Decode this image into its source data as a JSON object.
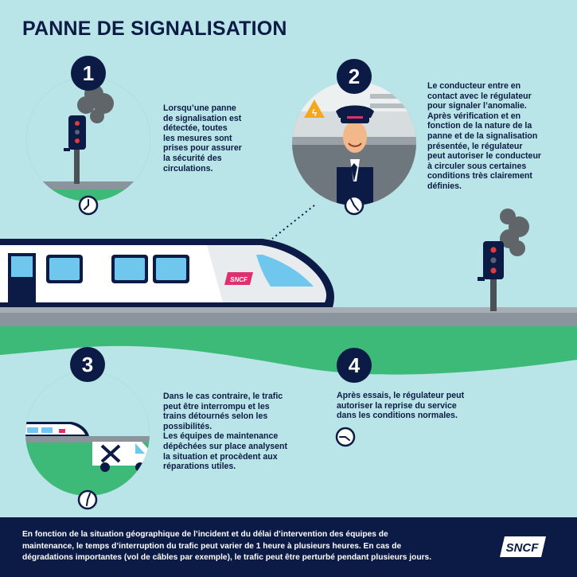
{
  "title": "PANNE DE SIGNALISATION",
  "steps": [
    {
      "number": "1",
      "text": "Lorsqu’une panne\nde signalisation est\ndétectée, toutes\nles mesures sont\nprises pour assurer\nla sécurité des\ncirculations."
    },
    {
      "number": "2",
      "text": "Le conducteur entre en\ncontact avec le régulateur\npour signaler l’anomalie.\nAprès vérification et en\nfonction de la nature de la\npanne et de la signalisation\nprésentée, le régulateur\npeut autoriser le conducteur\nà circuler sous certaines\nconditions très clairement\ndéfinies."
    },
    {
      "number": "3",
      "text": "Dans le cas contraire, le trafic\npeut être interrompu et les\ntrains détournés selon les\npossibilités.\nLes équipes de maintenance\ndépêchées sur place analysent\nla situation et procèdent aux\nréparations utiles."
    },
    {
      "number": "4",
      "text": "Après essais, le régulateur peut\nautoriser la reprise du service\ndans les conditions normales."
    }
  ],
  "train_logo": "SNCF",
  "footer": {
    "text": "En fonction de la situation géographique de l’incident et du délai d’intervention des équipes de maintenance, le temps d’interruption du trafic peut varier de 1 heure à plusieurs heures. En cas de dégradations importantes (vol de câbles par exemple), le trafic peut être perturbé pendant plusieurs jours.",
    "logo": "SNCF"
  },
  "colors": {
    "background": "#b9e4e8",
    "navy": "#0c1b45",
    "green": "#3dba78",
    "track": "#8b949c",
    "sncf_red": "#e0306b"
  }
}
